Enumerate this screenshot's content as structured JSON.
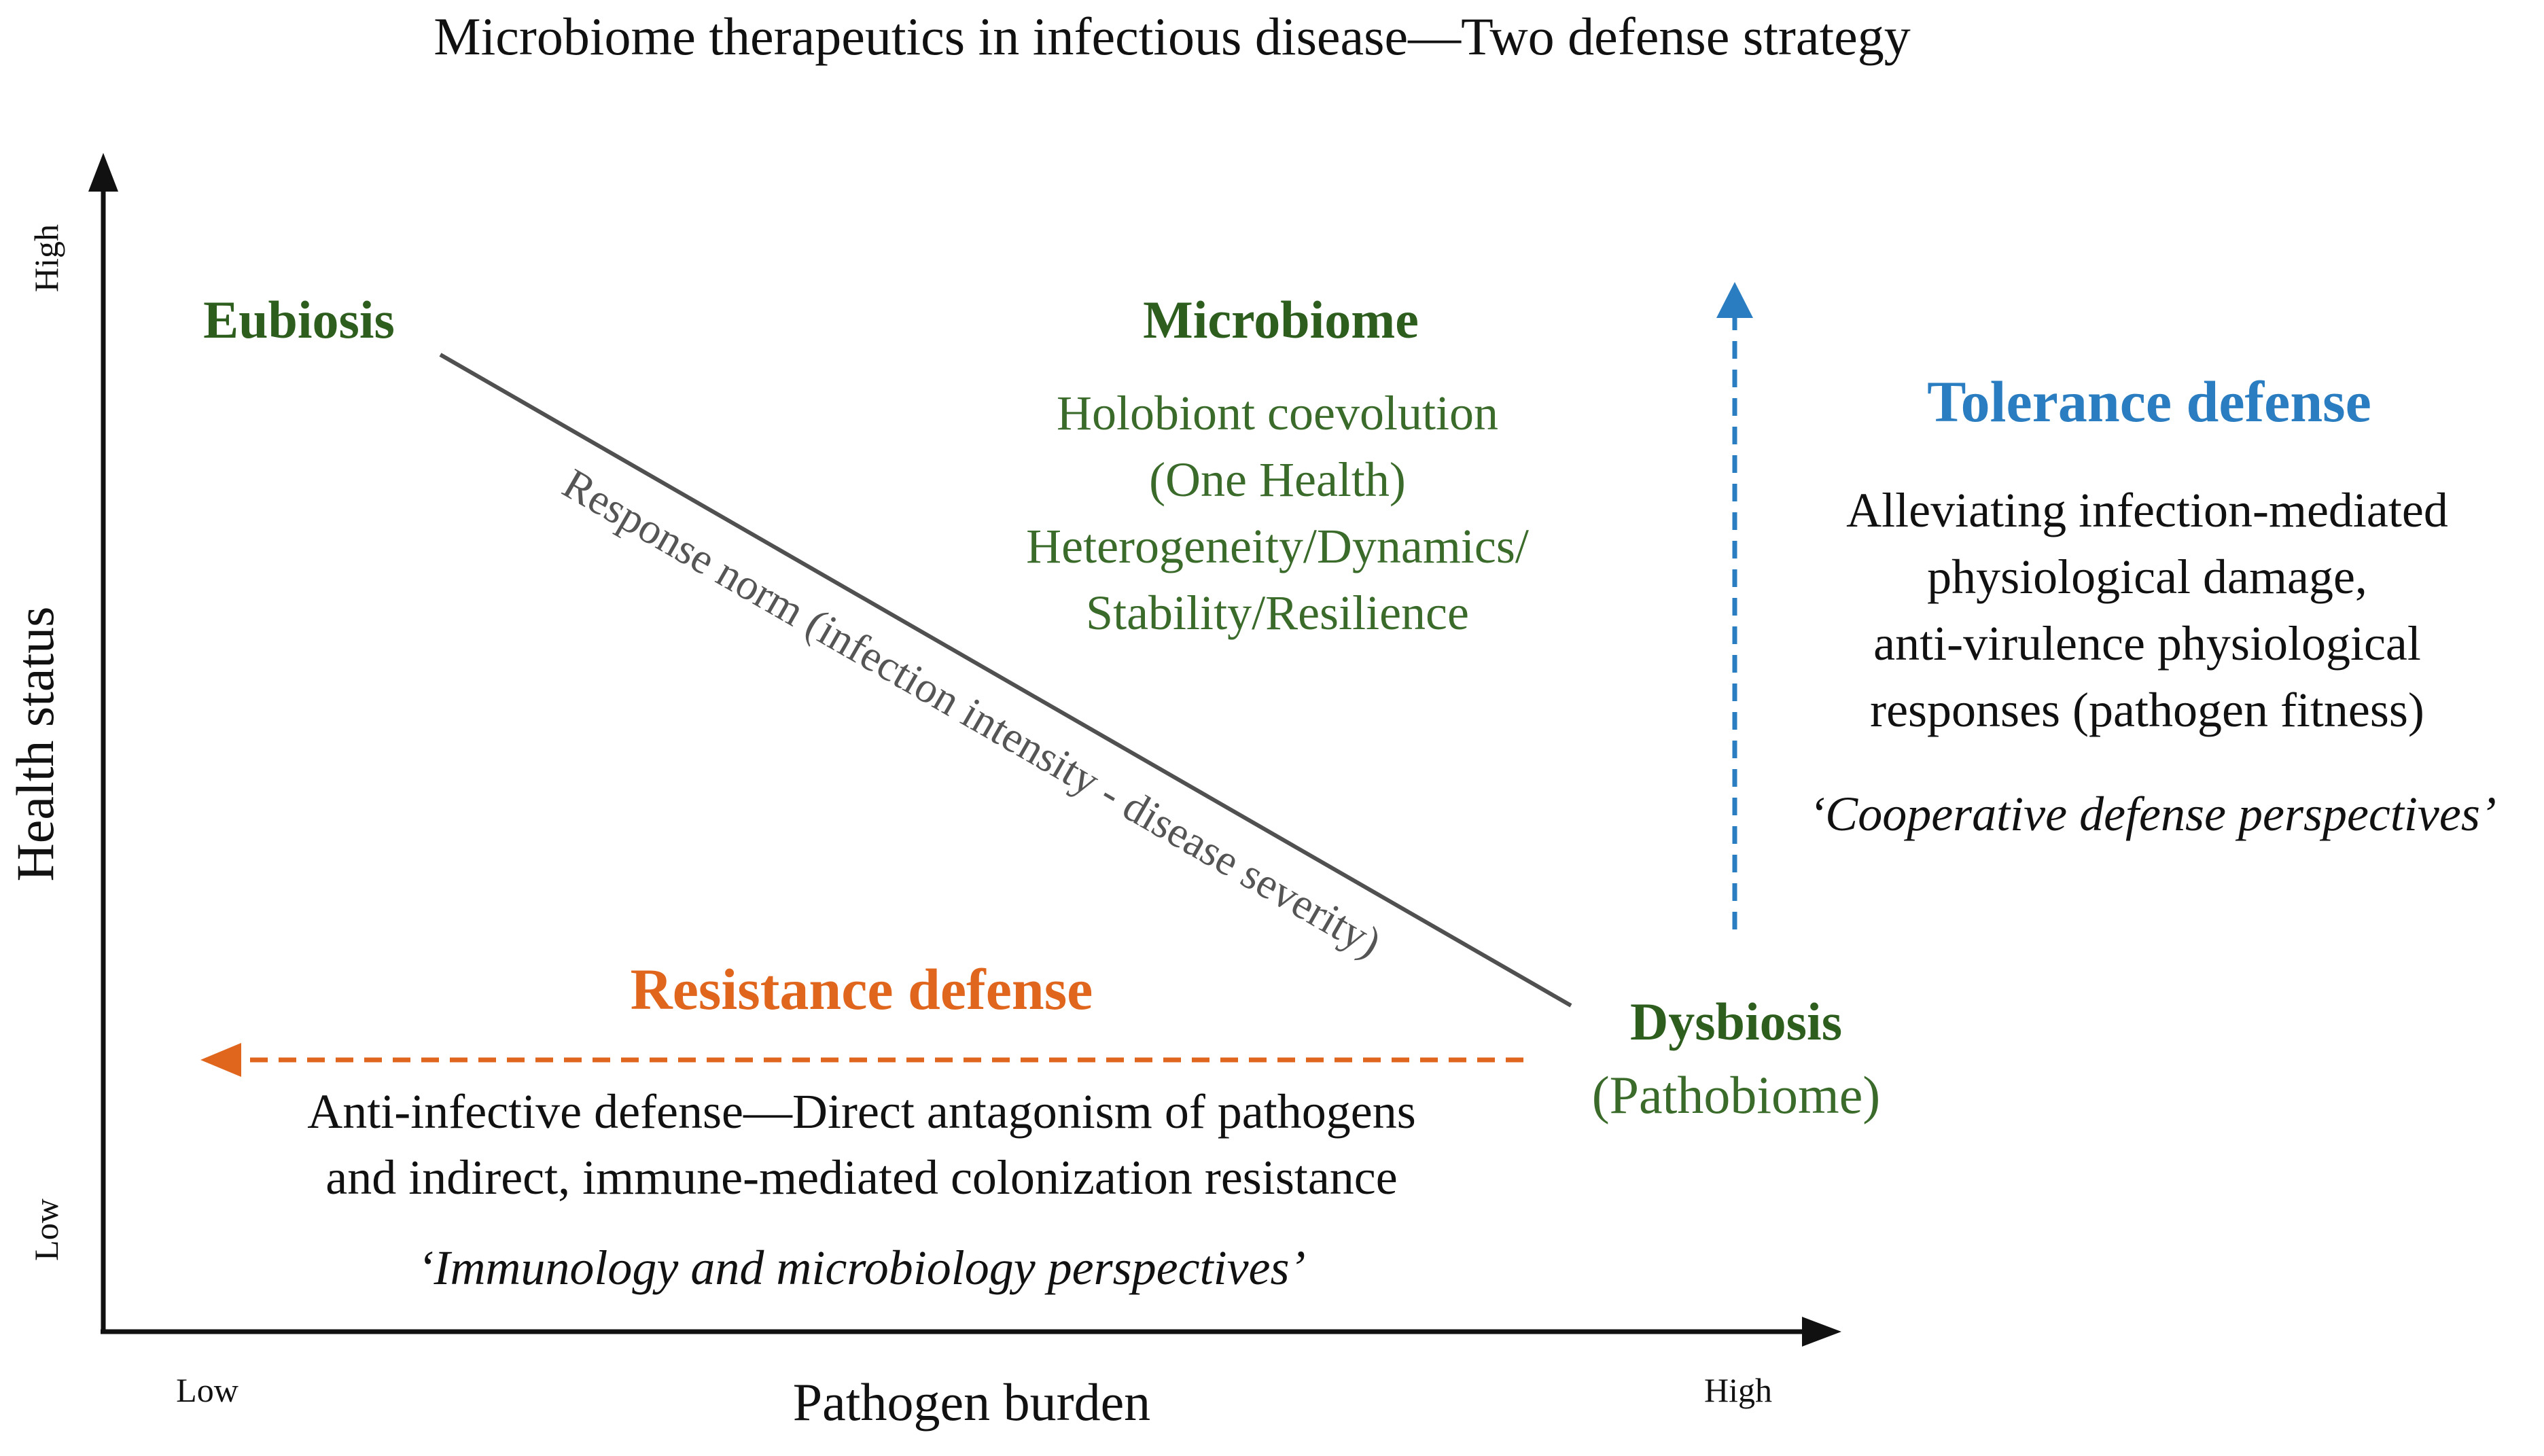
{
  "title": "Microbiome therapeutics in infectious disease—Two defense strategy",
  "axes": {
    "x_label": "Pathogen burden",
    "x_low": "Low",
    "x_high": "High",
    "y_label": "Health status",
    "y_low": "Low",
    "y_high": "High"
  },
  "nodes": {
    "eubiosis": "Eubiosis",
    "dysbiosis": "Dysbiosis",
    "pathobiome": "(Pathobiome)"
  },
  "response_norm": "Response norm (infection intensity - disease severity)",
  "microbiome": {
    "heading": "Microbiome",
    "lines": [
      "Holobiont coevolution",
      "(One Health)",
      "Heterogeneity/Dynamics/",
      "Stability/Resilience"
    ]
  },
  "tolerance": {
    "heading": "Tolerance defense",
    "lines": [
      "Alleviating infection-mediated",
      "physiological damage,",
      "anti-virulence physiological",
      "responses (pathogen fitness)"
    ],
    "perspective": "‘Cooperative defense perspectives’"
  },
  "resistance": {
    "heading": "Resistance defense",
    "lines": [
      "Anti-infective defense—Direct antagonism of pathogens",
      "and indirect, immune-mediated colonization resistance"
    ],
    "perspective": "‘Immunology and microbiology perspectives’"
  },
  "colors": {
    "green": "#2e5e1e",
    "text_green": "#3a6b2a",
    "tolerance_blue": "#2a7dc0",
    "resistance_orange": "#e0661e",
    "line_gray": "#505050",
    "italic_gray": "#555555"
  }
}
